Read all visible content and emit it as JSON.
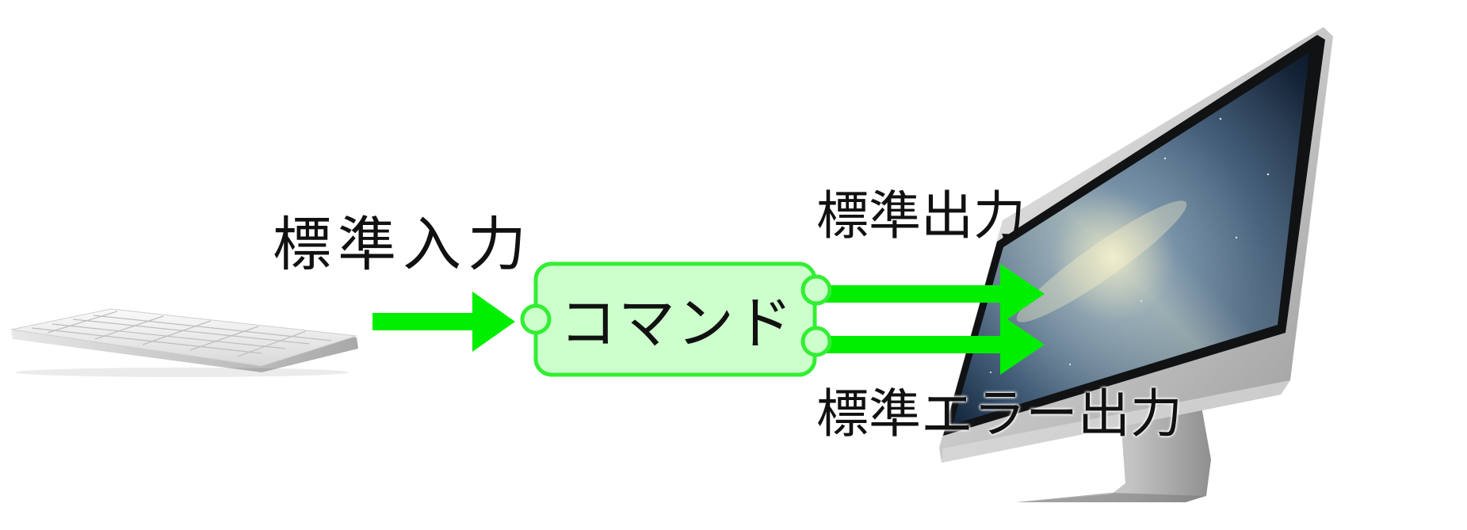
{
  "labels": {
    "stdin": "標準入力",
    "command": "コマンド",
    "stdout": "標準出力",
    "stderr": "標準エラー出力"
  },
  "colors": {
    "arrow": "#00ee00",
    "box_fill": "#ccffcc",
    "box_stroke": "#33ee33",
    "port_fill": "#ccffcc"
  },
  "icons": {
    "input_device": "keyboard-icon",
    "output_device": "desktop-monitor-icon"
  }
}
